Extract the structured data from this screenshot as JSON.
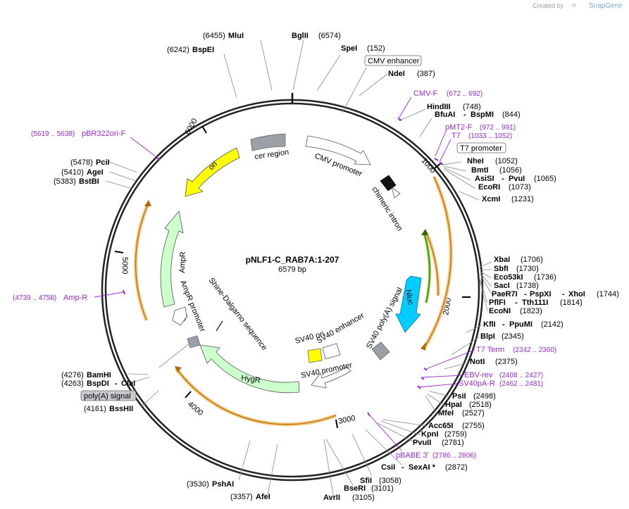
{
  "header": {
    "credit_prefix": "Created by",
    "credit_brand": "SnapGene"
  },
  "plasmid": {
    "name": "pNLF1-C_RAB7A:1-207",
    "length": "6579 bp"
  },
  "ticks": [
    "1000",
    "2000",
    "3000",
    "4000",
    "5000",
    "6000"
  ],
  "features": {
    "cer_region": "cer region",
    "cmv_promoter": "CMV promoter",
    "chimeric_intron": "chimeric intron",
    "nluc": "Nluc",
    "sv40_polya": "SV40 poly(A) signal",
    "sv40_ori": "SV40 ori",
    "sv40_enhancer": "SV40 enhancer",
    "sv40_promoter": "SV40 promoter",
    "hygr": "HygR",
    "shine": "Shine-Dalgarno sequence",
    "ampr_promoter": "AmpR promoter",
    "ampr": "AmpR",
    "ori": "ori"
  },
  "boxed_labels": {
    "cmv_enhancer": "CMV enhancer",
    "t7_promoter": "T7 promoter",
    "polya_signal": "poly(A) signal"
  },
  "enzymes": [
    {
      "name": "MluI",
      "pos": "(6455)"
    },
    {
      "name": "BglII",
      "pos": "(6574)"
    },
    {
      "name": "BspEI",
      "pos": "(6242)"
    },
    {
      "name": "SpeI",
      "pos": "(152)"
    },
    {
      "name": "NdeI",
      "pos": "(387)"
    },
    {
      "name": "HindIII",
      "pos": "(748)"
    },
    {
      "name": "BfuAI",
      "name2": "BspMI",
      "pos": "(844)"
    },
    {
      "name": "NheI",
      "pos": "(1052)"
    },
    {
      "name": "BmtI",
      "pos": "(1056)"
    },
    {
      "name": "AsiSI",
      "name2": "PvuI",
      "pos": "(1065)"
    },
    {
      "name": "EcoRI",
      "pos": "(1073)"
    },
    {
      "name": "XcmI",
      "pos": "(1231)"
    },
    {
      "name": "XbaI",
      "pos": "(1706)"
    },
    {
      "name": "SbfI",
      "pos": "(1730)"
    },
    {
      "name": "Eco53kI",
      "pos": "(1736)"
    },
    {
      "name": "SacI",
      "pos": "(1738)"
    },
    {
      "name": "PaeR7I",
      "name2": "PspXI",
      "name3": "XhoI",
      "pos": "(1744)"
    },
    {
      "name": "PflFI",
      "name2": "Tth111I",
      "pos": "(1814)"
    },
    {
      "name": "EcoNI",
      "pos": "(1823)"
    },
    {
      "name": "KflI",
      "name2": "PpuMI",
      "pos": "(2142)"
    },
    {
      "name": "BlpI",
      "pos": "(2345)"
    },
    {
      "name": "NotI",
      "pos": "(2375)"
    },
    {
      "name": "PsiI",
      "pos": "(2498)"
    },
    {
      "name": "HpaI",
      "pos": "(2518)"
    },
    {
      "name": "MfeI",
      "pos": "(2527)"
    },
    {
      "name": "Acc65I",
      "pos": "(2755)"
    },
    {
      "name": "KpnI",
      "pos": "(2759)"
    },
    {
      "name": "PvuII",
      "pos": "(2781)"
    },
    {
      "name": "CsiI",
      "name2": "SexAI *",
      "pos": "(2872)"
    },
    {
      "name": "SfiI",
      "pos": "(3058)"
    },
    {
      "name": "BseRI",
      "pos": "(3101)"
    },
    {
      "name": "AvrII",
      "pos": "(3105)"
    },
    {
      "name": "AfeI",
      "pos": "(3357)"
    },
    {
      "name": "PshAI",
      "pos": "(3530)"
    },
    {
      "name": "BssHII",
      "pos": "(4161)"
    },
    {
      "name": "BspDI",
      "name2": "ClaI",
      "pos": "(4263)"
    },
    {
      "name": "BamHI",
      "pos": "(4276)"
    },
    {
      "name": "BstBI",
      "pos": "(5383)"
    },
    {
      "name": "AgeI",
      "pos": "(5410)"
    },
    {
      "name": "PciI",
      "pos": "(5478)"
    }
  ],
  "primers": [
    {
      "name": "CMV-F",
      "range": "(672 .. 692)"
    },
    {
      "name": "pMT2-F",
      "range": "(972 .. 991)"
    },
    {
      "name": "T7",
      "range": "(1033 .. 1052)"
    },
    {
      "name": "T7 Term",
      "range": "(2342 .. 2360)"
    },
    {
      "name": "EBV-rev",
      "range": "(2408 .. 2427)"
    },
    {
      "name": "SV40pA-R",
      "range": "(2462 .. 2481)"
    },
    {
      "name": "pBABE 3'",
      "range": "(2786 .. 2806)"
    },
    {
      "name": "Amp-R",
      "range": "(4739 .. 4758)"
    },
    {
      "name": "pBR322ori-F",
      "range": "(5619 .. 5638)"
    }
  ],
  "colors": {
    "backbone": "#222222",
    "ori": "#ffff00",
    "ampr": "#ccffcc",
    "nluc": "#00ccff",
    "orf_highlight": "#f5c77e",
    "grey_box": "#9aa0a6",
    "primer": "#9a2bd3"
  }
}
